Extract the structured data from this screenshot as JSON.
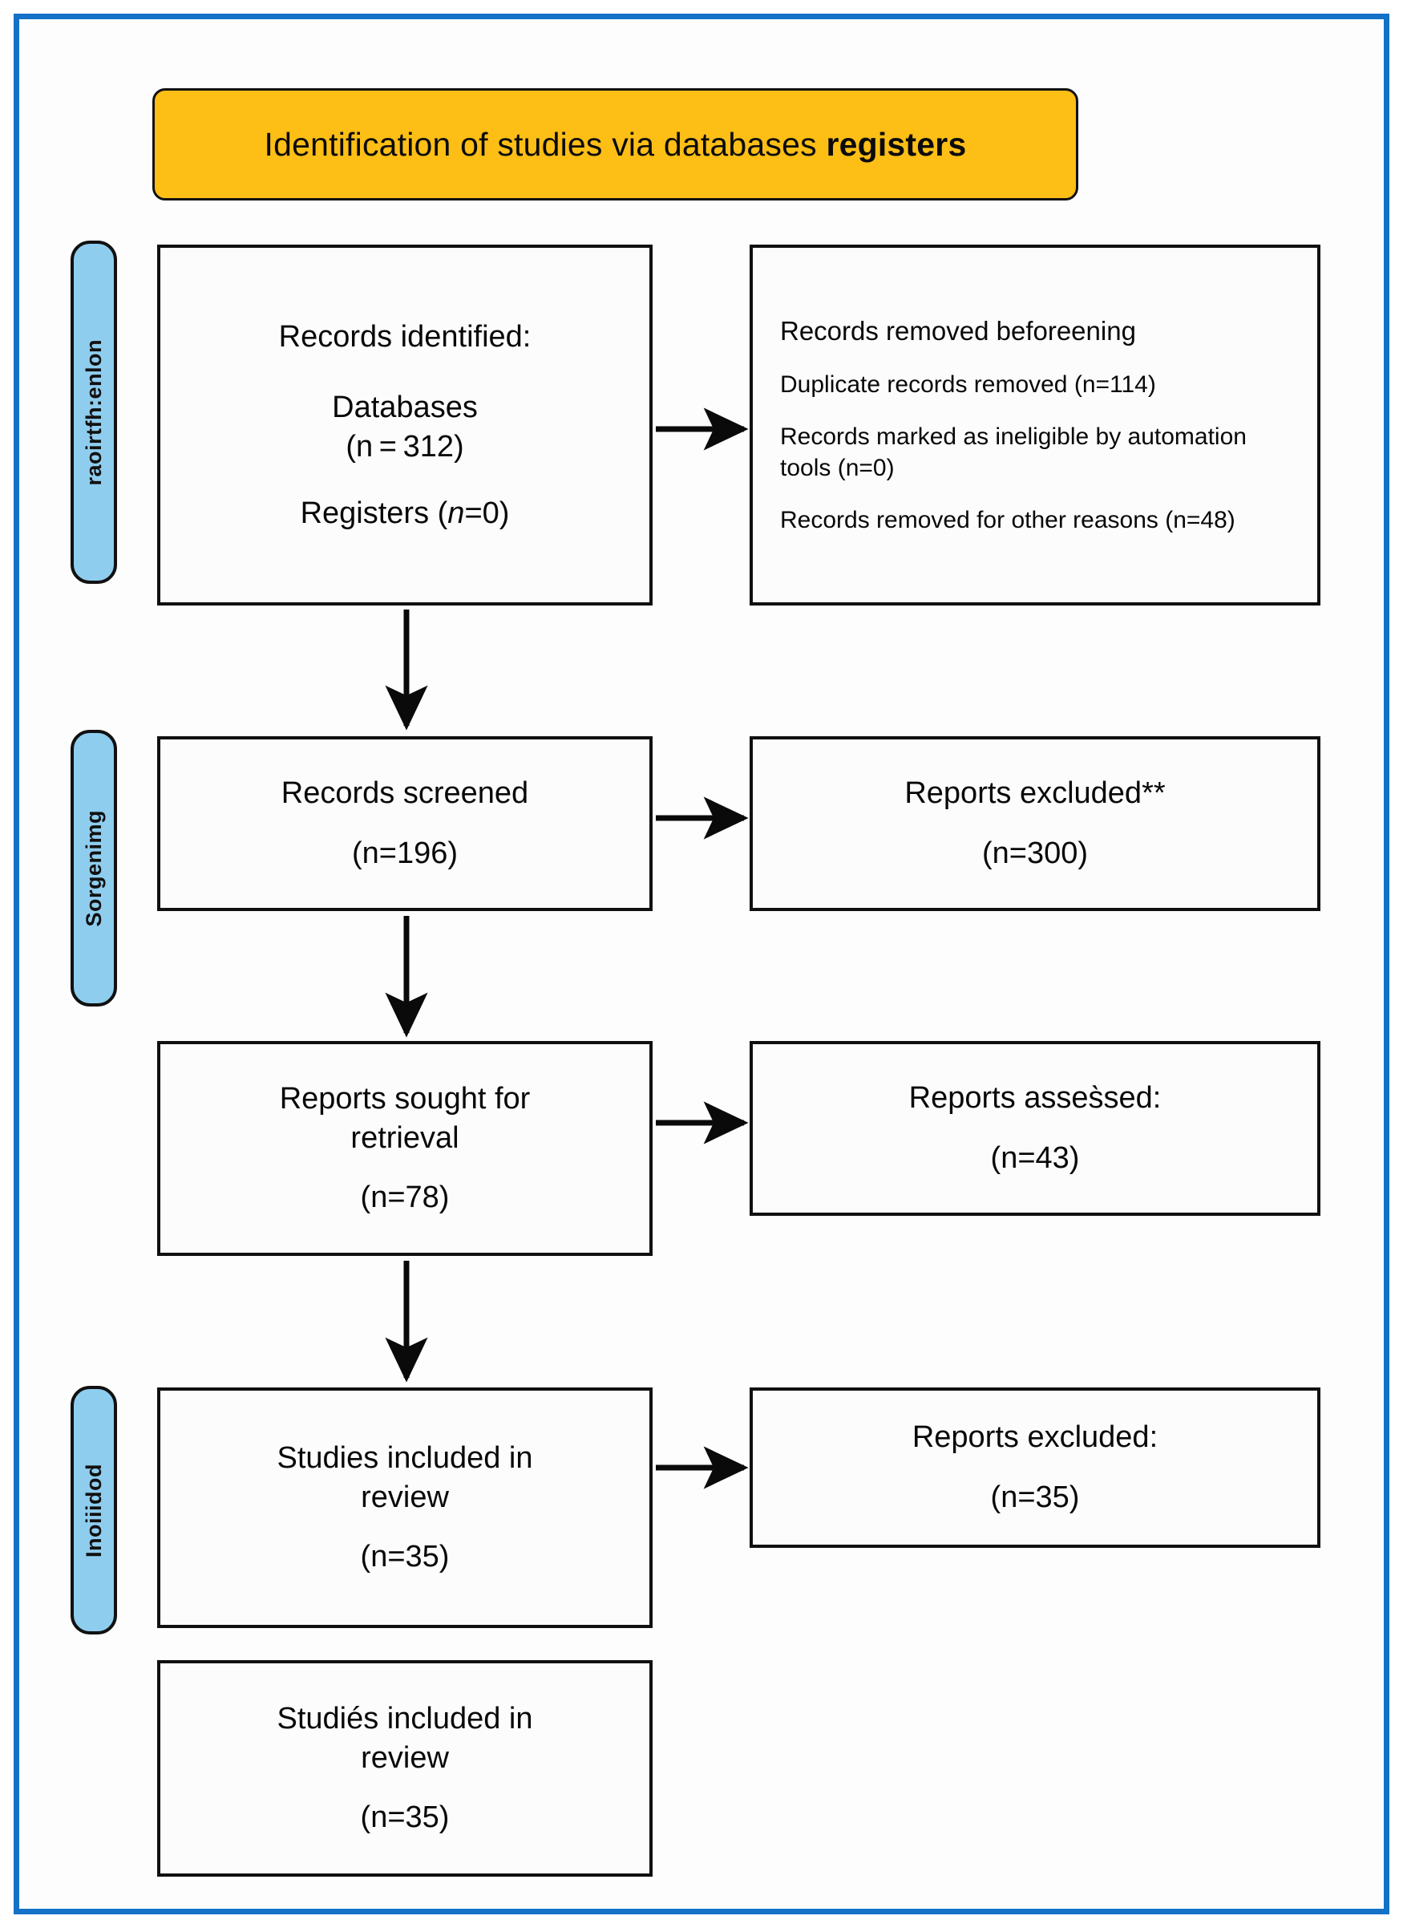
{
  "frame": {
    "border_color": "#1471c8",
    "background": "#ffffff"
  },
  "banner": {
    "text_plain": "Identification of studies via databases ",
    "text_bold": "registers",
    "fill_color": "#fdbe16",
    "border_color": "#111111"
  },
  "stages": [
    {
      "name": "identification",
      "label": "raoirtfh:enlon",
      "fill_color": "#8fcdef"
    },
    {
      "name": "screening",
      "label": "Sorgenimg",
      "fill_color": "#8fcdef"
    },
    {
      "name": "included",
      "label": "Inoiiidod",
      "fill_color": "#8fcdef"
    }
  ],
  "boxes": {
    "records_identified": {
      "line1": "Records identified:",
      "line2": "Databases",
      "line3": "(n = 312)",
      "line4_prefix": "Registers (",
      "line4_italic": "n",
      "line4_suffix": "=0)"
    },
    "records_removed": {
      "title_plain": "Records removed ",
      "title_bold": "beforeening",
      "item1": "Duplicate records removed (n=114)",
      "item2": "Records marked as ineligible by automation tools (n=0)",
      "item3": "Records removed for other reasons (n=48)"
    },
    "records_screened": {
      "line1": "Records screened",
      "line2": "(n=196)"
    },
    "reports_excluded_screening": {
      "line1": "Reports excluded**",
      "line2": "(n=300)"
    },
    "reports_sought": {
      "line1": "Reports sought for",
      "line2": "retrieval",
      "line3": "(n=78)"
    },
    "reports_assessed": {
      "line1": "Reports asses̀sed:",
      "line2": "(n=43)"
    },
    "studies_included_review": {
      "line1": "Studies included in",
      "line2": "review",
      "line3": "(n=35)"
    },
    "reports_excluded_eligibility": {
      "line1": "Reports excluded:",
      "line2": "(n=35)"
    },
    "studies_included_bottom": {
      "line1": "Studiés included in",
      "line2": "review",
      "line3": "(n=35)"
    }
  },
  "arrows": {
    "color": "#0a0a0a",
    "down_count": 3,
    "right_count": 4
  }
}
